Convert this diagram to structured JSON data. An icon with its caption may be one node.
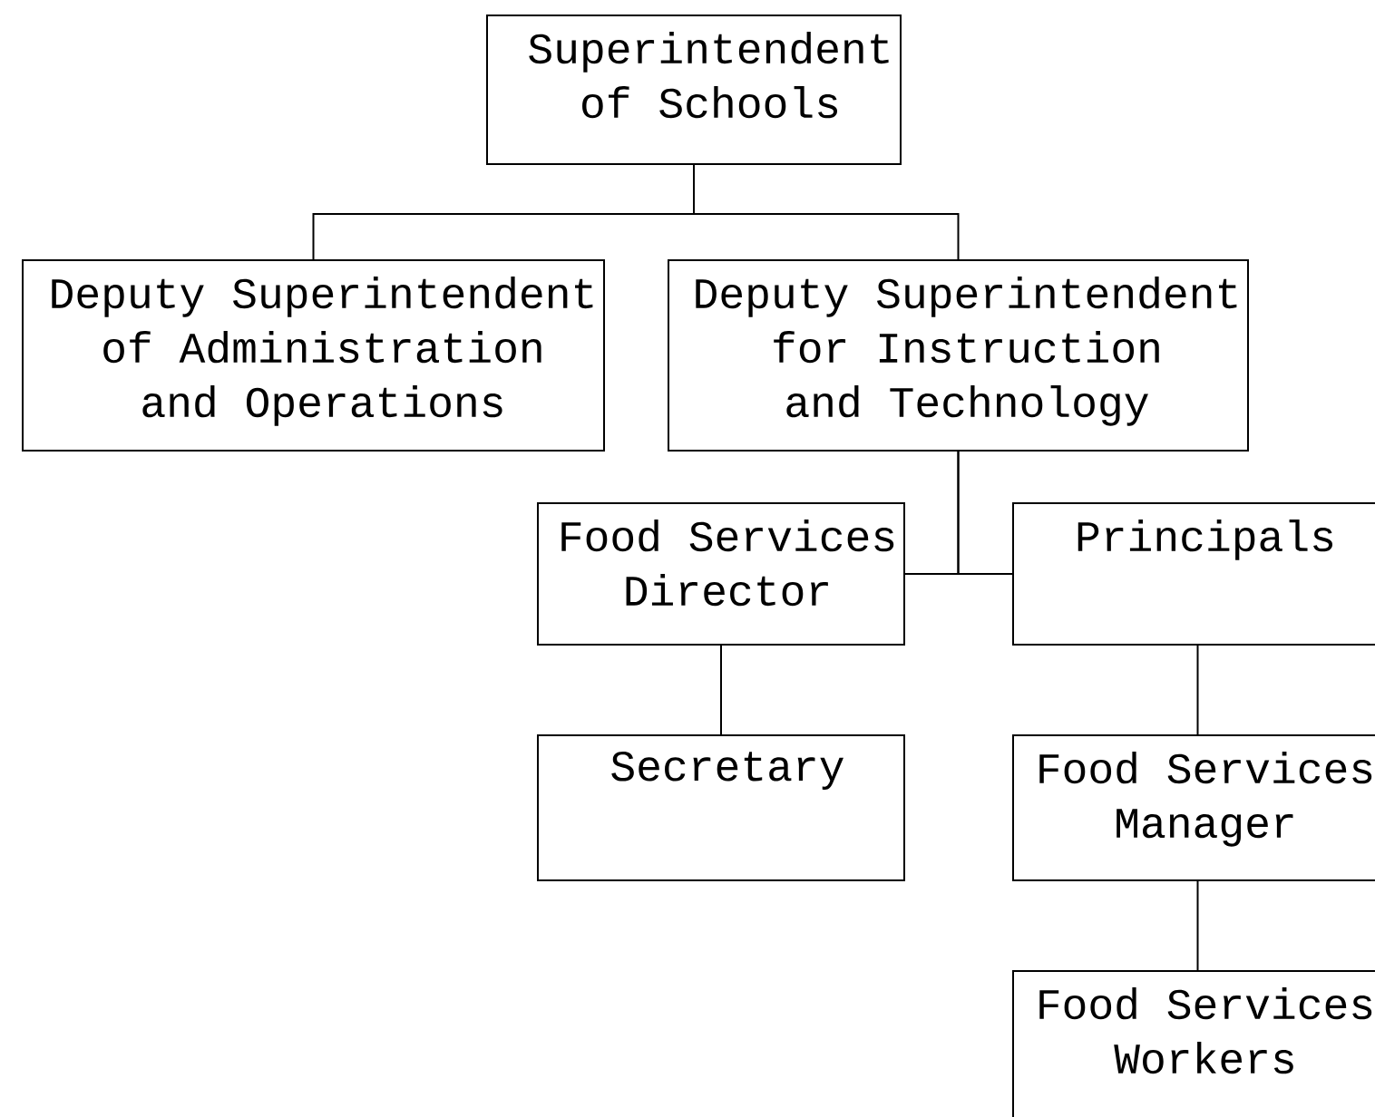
{
  "diagram": {
    "nodes": [
      {
        "text": [
          "Superintendent of Schools"
        ]
      },
      {
        "text": [
          "Deputy Superintendent of Administration and Operations"
        ]
      },
      {
        "text": [
          "Deputy Superintendent for Instruction and Technology"
        ]
      },
      {
        "text": [
          "Food Services Director"
        ]
      },
      {
        "text": [
          "Principals"
        ]
      },
      {
        "text": [
          "Secretary"
        ]
      },
      {
        "text": [
          "Food Services Manager"
        ]
      },
      {
        "text": [
          "Food Services Workers"
        ]
      }
    ],
    "edges": [
      {
        "from": 0,
        "to": 1,
        "arrow": "none"
      },
      {
        "from": 0,
        "to": 2,
        "arrow": "none"
      },
      {
        "from": 2,
        "to": 3,
        "arrow": "none"
      },
      {
        "from": 2,
        "to": 4,
        "arrow": "none"
      },
      {
        "from": 3,
        "to": 5,
        "arrow": "none"
      },
      {
        "from": 4,
        "to": 6,
        "arrow": "none"
      },
      {
        "from": 6,
        "to": 7,
        "arrow": "none"
      }
    ]
  }
}
